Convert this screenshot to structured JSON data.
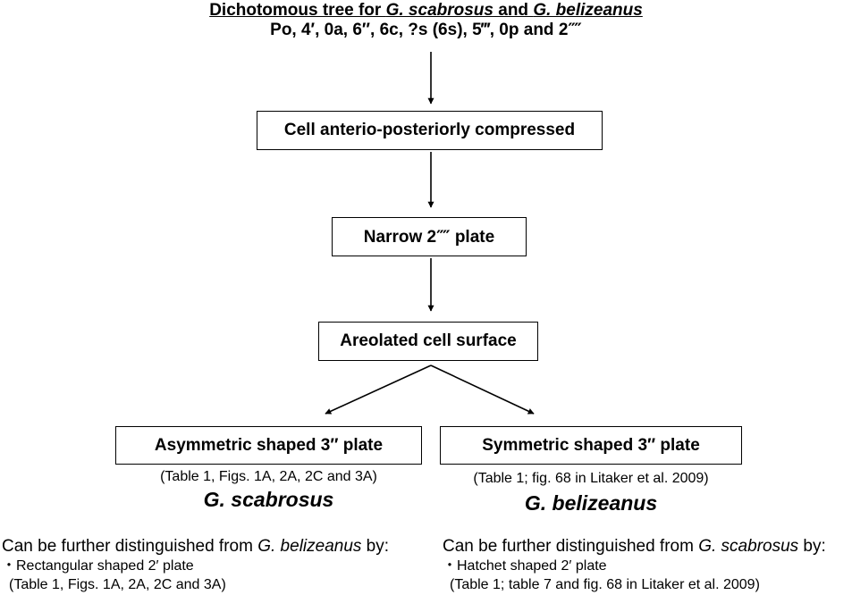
{
  "title": {
    "line1_pre": "Dichotomous tree for ",
    "line1_sp1": "G. scabrosus",
    "line1_mid": " and ",
    "line1_sp2": "G. belizeanus",
    "line2": "Po, 4′, 0a, 6″, 6c, ?s (6s), 5‴, 0p and 2⁗"
  },
  "nodes": {
    "node1": "Cell anterio-posteriorly compressed",
    "node2": "Narrow 2⁗ plate",
    "node3": "Areolated cell surface"
  },
  "left": {
    "box": "Asymmetric shaped 3″ plate",
    "ref": "(Table 1, Figs. 1A, 2A, 2C and 3A)",
    "species": "G. scabrosus",
    "further_pre": "Can be further distinguished from ",
    "further_sp": "G. belizeanus",
    "further_post": " by:",
    "bullet": "・Rectangular shaped 2′ plate",
    "bullet_ref": "(Table 1, Figs. 1A, 2A, 2C and 3A)"
  },
  "right": {
    "box": "Symmetric shaped 3″ plate",
    "ref": "(Table 1; fig. 68 in Litaker et al. 2009)",
    "species": "G. belizeanus",
    "further_pre": "Can be further distinguished from ",
    "further_sp": "G. scabrosus",
    "further_post": " by:",
    "bullet": "・Hatchet shaped 2′ plate",
    "bullet_ref": "(Table 1; table 7 and fig. 68 in Litaker et al. 2009)"
  }
}
